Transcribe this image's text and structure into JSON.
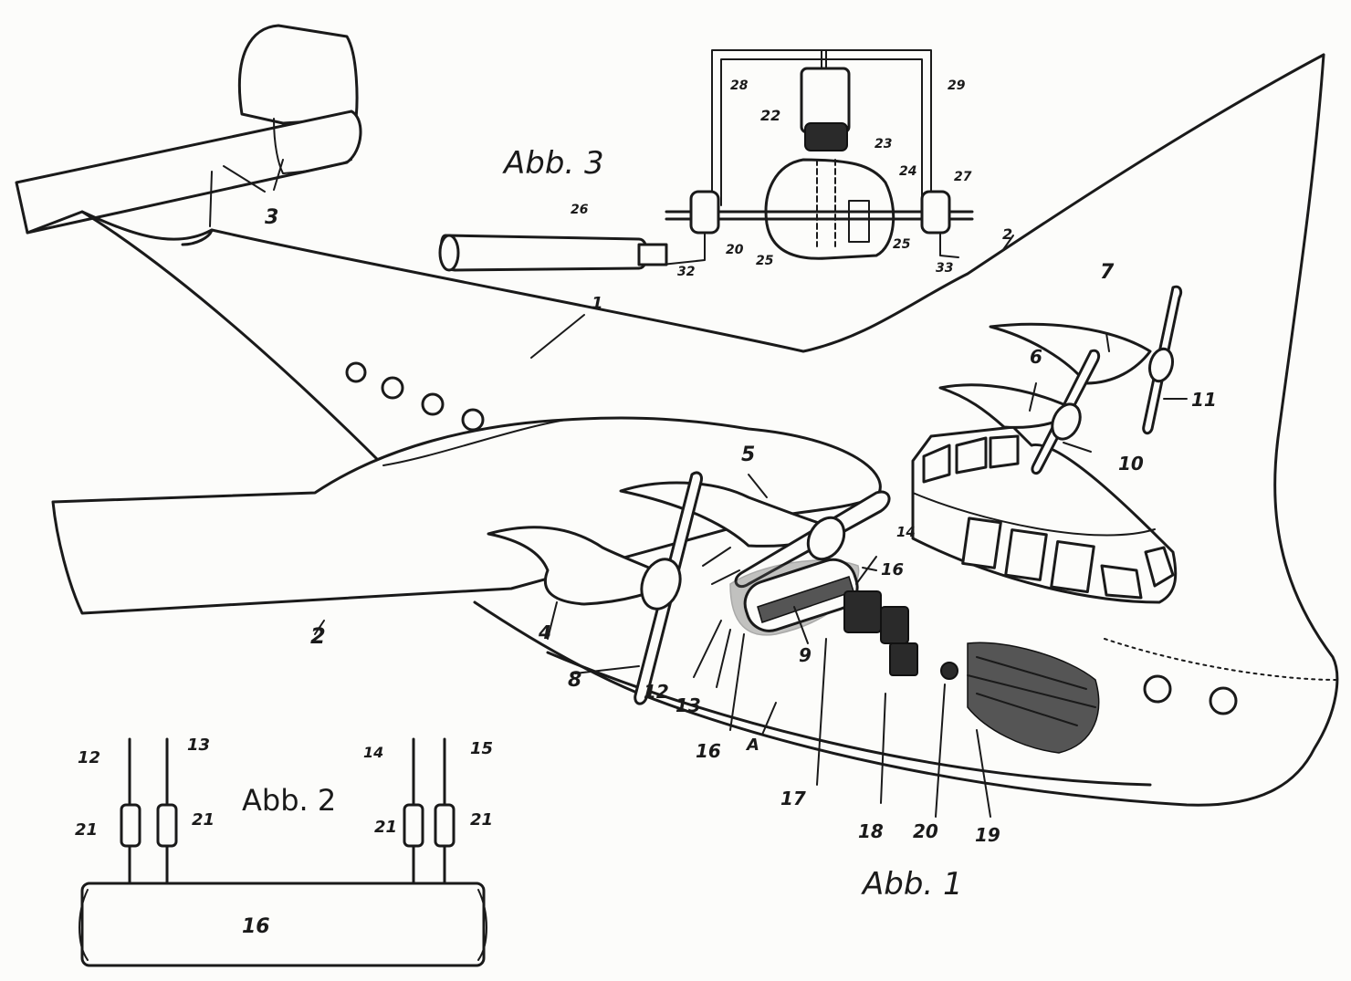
{
  "captions": {
    "abb1": "Abb. 1",
    "abb2": "Abb. 2",
    "abb3": "Abb. 3"
  },
  "labels": {
    "l1": "1",
    "l2": "2",
    "l3": "3",
    "l4": "4",
    "l5": "5",
    "l6": "6",
    "l7": "7",
    "l8": "8",
    "l9": "9",
    "l10": "10",
    "l11": "11",
    "l12": "12",
    "l13": "13",
    "l14": "14",
    "l15": "15",
    "l16": "16",
    "l17": "17",
    "l18": "18",
    "l19": "19",
    "l20": "20",
    "l21": "21",
    "l22": "22",
    "l23": "23",
    "l24": "24",
    "l25": "25",
    "l26": "26",
    "l27": "27",
    "l28": "28",
    "l29": "29",
    "l32": "32",
    "l33": "33",
    "lA": "A"
  }
}
